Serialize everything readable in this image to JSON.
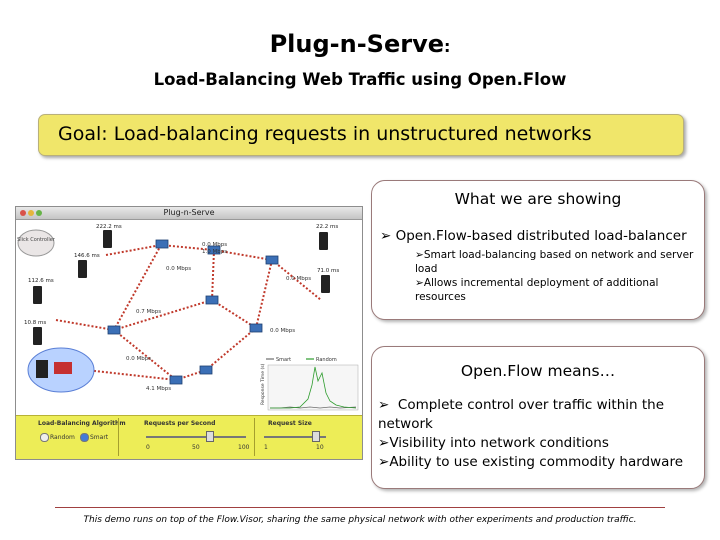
{
  "header": {
    "title": "Plug-n-Serve",
    "title_colon": ":",
    "subtitle": "Load-Balancing Web Traffic using Open.Flow"
  },
  "goal": {
    "text": "Goal: Load-balancing requests in unstructured networks"
  },
  "showing": {
    "heading": "What we are showing",
    "bullet": "Open.Flow-based distributed load-balancer",
    "sub_bullets": [
      "Smart load-balancing based on network and server load",
      "Allows incremental deployment of additional resources"
    ]
  },
  "means": {
    "heading": "Open.Flow means…",
    "bullets": [
      "Complete control over traffic within the network",
      "Visibility into network conditions",
      "Ability to use existing commodity hardware"
    ]
  },
  "app": {
    "window_title": "Plug-n-Serve",
    "controller_label": "Slick Controller",
    "server_latencies": [
      "222.2 ms",
      "22.2 ms",
      "146.6 ms",
      "71.0 ms",
      "112.6 ms",
      "10.8 ms"
    ],
    "link_rates": [
      "0.0 Mbps",
      "1.0 Mbps",
      "0.0 Mbps",
      "0.0 Mbps",
      "0.7 Mbps",
      "0.0 Mbps",
      "0.0 Mbps",
      "4.1 Mbps"
    ],
    "legend": [
      "Smart",
      "Random"
    ],
    "chart_ylabel": "Response Time (s)",
    "control_panel": {
      "algorithm_label": "Load-Balancing Algorithm",
      "algorithm_options": [
        "Random",
        "Smart"
      ],
      "requests_label": "Requests per Second",
      "requests_ticks": [
        "0",
        "50",
        "100"
      ],
      "size_label": "Request Size",
      "size_ticks": [
        "1",
        "10"
      ]
    }
  },
  "footer": {
    "text": "This demo runs on top of the Flow.Visor, sharing the same physical network with other experiments and production traffic."
  },
  "colors": {
    "goal_bg": "#f0e66a",
    "panel_bg": "#eded57",
    "link_red": "#c0392b",
    "smart_series": "#6c6c6c",
    "random_series": "#2d9c2d"
  }
}
